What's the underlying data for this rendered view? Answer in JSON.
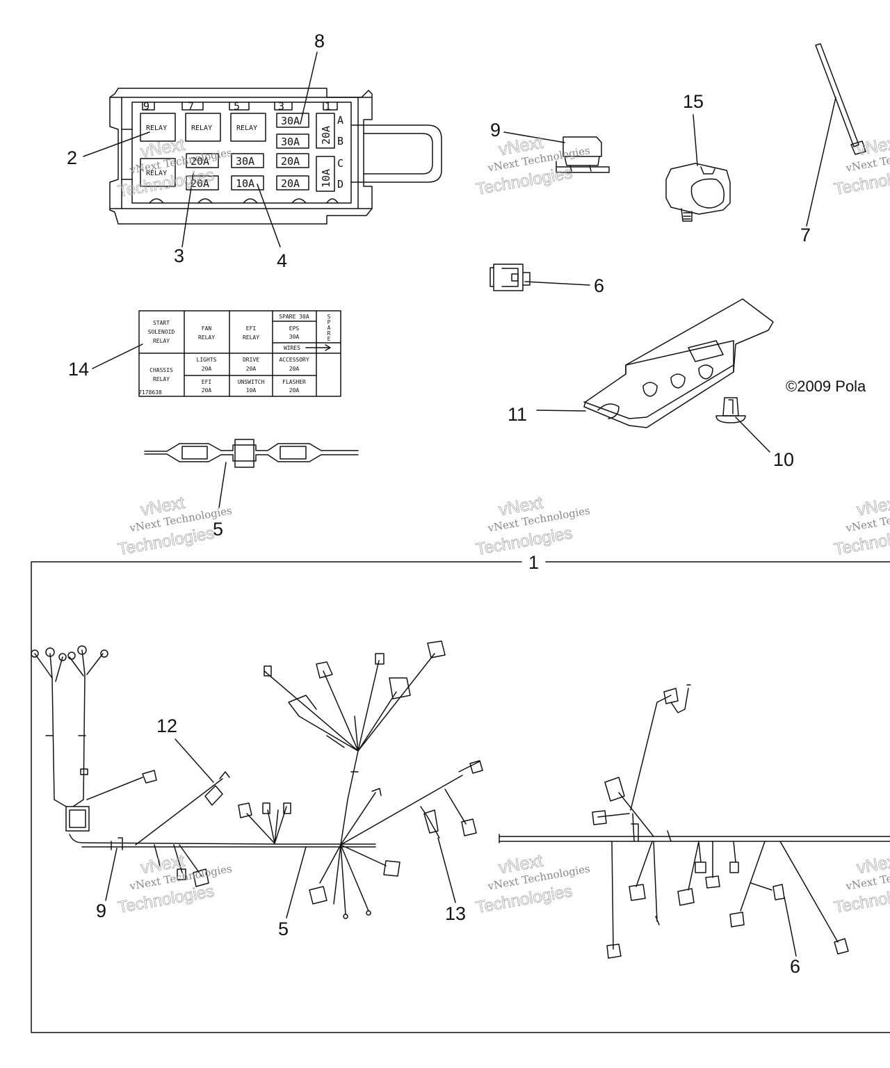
{
  "copyright": "©2009 Pola",
  "watermark": {
    "line1": "vNext",
    "line2": "vNext Technologies",
    "line3": "Technologies"
  },
  "callouts": {
    "c1": "1",
    "c2": "2",
    "c3": "3",
    "c4": "4",
    "c5a": "5",
    "c5b": "5",
    "c6a": "6",
    "c6b": "6",
    "c7": "7",
    "c8": "8",
    "c9a": "9",
    "c9b": "9",
    "c10": "10",
    "c11": "11",
    "c12": "12",
    "c13": "13",
    "c14": "14",
    "c15": "15"
  },
  "fuse_box": {
    "positions": [
      "9",
      "7",
      "5",
      "3",
      "1"
    ],
    "rows": [
      "A",
      "B",
      "C",
      "D"
    ],
    "relays": [
      "RELAY",
      "RELAY",
      "RELAY",
      "RELAY"
    ],
    "fuses": {
      "r1c4": "30A",
      "r2c4": "30A",
      "r1r2c5": "20A",
      "r3c2": "20A",
      "r3c3": "30A",
      "r3c4": "20A",
      "r4c2": "20A",
      "r4c3": "10A",
      "r4c4": "20A",
      "r3r4c5": "10A"
    }
  },
  "label_chart": {
    "start_solenoid": [
      "START",
      "SOLENOID",
      "RELAY"
    ],
    "fan_relay": [
      "FAN",
      "RELAY"
    ],
    "efi_relay": [
      "EFI",
      "RELAY"
    ],
    "spare": "SPARE 30A",
    "eps": [
      "EPS",
      "30A"
    ],
    "spare_vertical": [
      "S",
      "P",
      "A",
      "R",
      "E"
    ],
    "wires": "WIRES",
    "chassis_relay": [
      "CHASSIS",
      "RELAY"
    ],
    "lights": [
      "LIGHTS",
      "20A"
    ],
    "drive": [
      "DRIVE",
      "20A"
    ],
    "accessory": [
      "ACCESSORY",
      "20A"
    ],
    "efi": [
      "EFI",
      "20A"
    ],
    "unswitch": [
      "UNSWITCH",
      "10A"
    ],
    "flasher": [
      "FLASHER",
      "20A"
    ],
    "part_no": "7178638"
  }
}
